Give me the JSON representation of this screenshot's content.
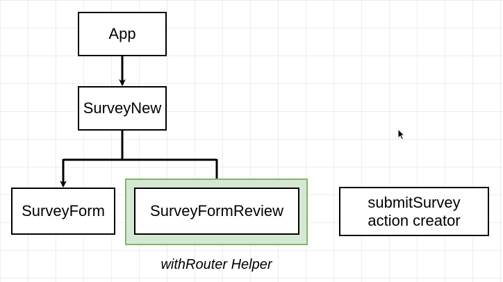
{
  "nodes": {
    "app": "App",
    "survey_new": "SurveyNew",
    "survey_form": "SurveyForm",
    "survey_form_review": "SurveyFormReview",
    "submit_survey": "submitSurvey\naction creator"
  },
  "group": {
    "caption": "withRouter Helper"
  },
  "colors": {
    "group_fill": "#d5e8d4",
    "group_border": "#82b366",
    "node_border": "#000000"
  },
  "cursor_icon": "mouse-pointer-icon"
}
